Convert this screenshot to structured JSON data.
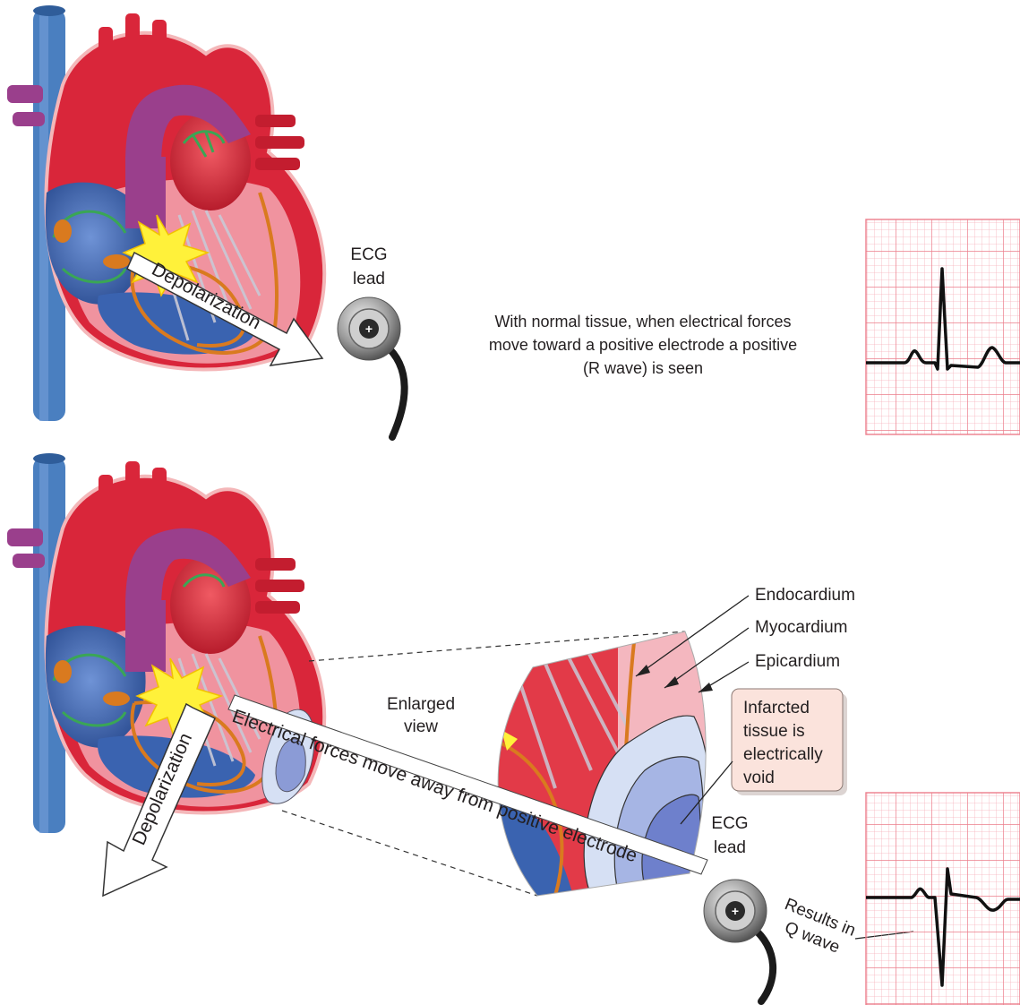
{
  "top_panel": {
    "arrow_label": "Depolarization",
    "ecg_lead_line1": "ECG",
    "ecg_lead_line2": "lead",
    "caption_line1": "With normal tissue, when electrical forces",
    "caption_line2": "move toward a positive electrode a positive",
    "caption_line3": "(R wave) is seen",
    "electrode_symbol": "+"
  },
  "bottom_panel": {
    "arrow_label": "Depolarization",
    "band_label": "Electrical forces move away from positive electrode",
    "enlarged_line1": "Enlarged",
    "enlarged_line2": "view",
    "layer_endocardium": "Endocardium",
    "layer_myocardium": "Myocardium",
    "layer_epicardium": "Epicardium",
    "infarct_line1": "Infarcted",
    "infarct_line2": "tissue is",
    "infarct_line3": "electrically",
    "infarct_line4": "void",
    "ecg_lead_line1": "ECG",
    "ecg_lead_line2": "lead",
    "results_line1": "Results in",
    "results_line2": "Q wave",
    "electrode_symbol": "+"
  },
  "colors": {
    "vessel_blue": "#4a7fc0",
    "heart_red": "#d9263a",
    "aorta_purple": "#9a3f8c",
    "conduction_orange": "#d97a1f",
    "purkinje_green": "#3aa655",
    "ecg_grid": "#f08a96",
    "infarct_box": "#fbe3dc",
    "infarct_zone": "#7e8fd0"
  }
}
